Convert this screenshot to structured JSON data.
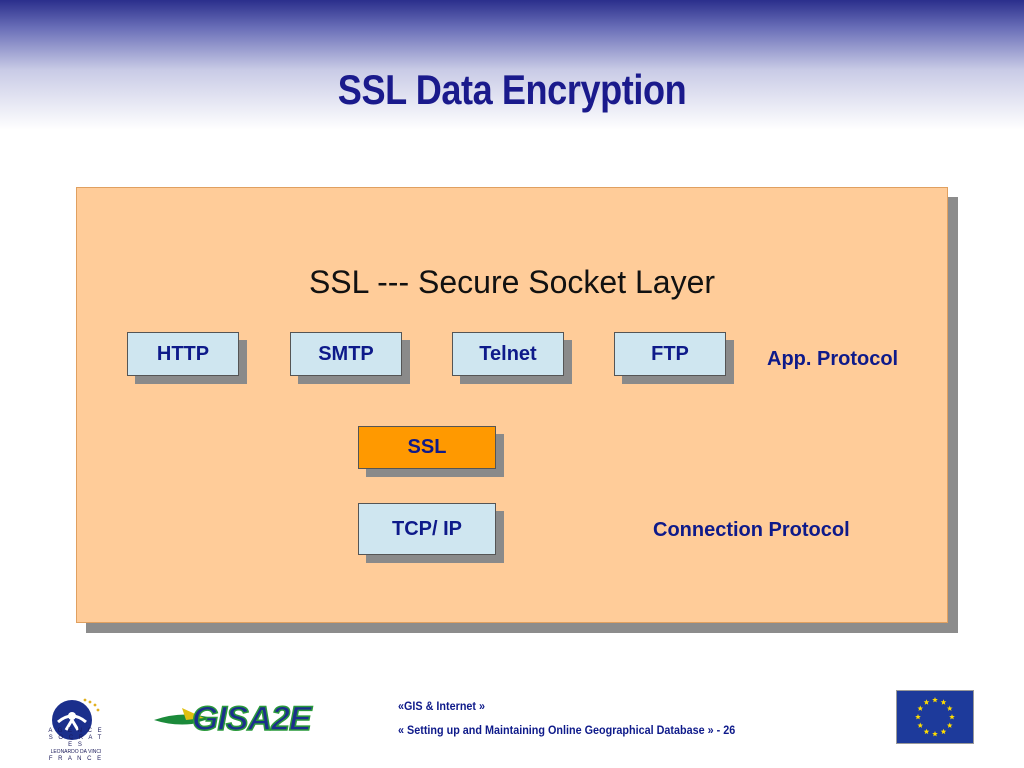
{
  "slide": {
    "title": "SSL Data Encryption",
    "subtitle": "SSL --- Secure Socket Layer",
    "app_protocols": [
      "HTTP",
      "SMTP",
      "Telnet",
      "FTP"
    ],
    "app_protocol_label": "App. Protocol",
    "ssl_box": "SSL",
    "tcp_box": "TCP/ IP",
    "connection_protocol_label": "Connection Protocol"
  },
  "footer": {
    "line1": "«GIS & Internet »",
    "line2": "« Setting up and Maintaining Online Geographical Database » - 26",
    "agence_lines": [
      "A G E N C E",
      "S O C R A T E S",
      "LEONARDO DA VINCI",
      "F R A N C E"
    ],
    "gisa_logo": "GISA2E"
  },
  "colors": {
    "title": "#1a1a8c",
    "panel": "#ffcc99",
    "box": "#cfe6f0",
    "ssl_box": "#ff9900",
    "label": "#0e1a8a",
    "eu_blue": "#1d3a9b",
    "eu_star": "#ffdd00"
  },
  "icons": [
    "agence-socrates-logo-icon",
    "gisa2e-logo-icon",
    "eu-flag-icon"
  ]
}
